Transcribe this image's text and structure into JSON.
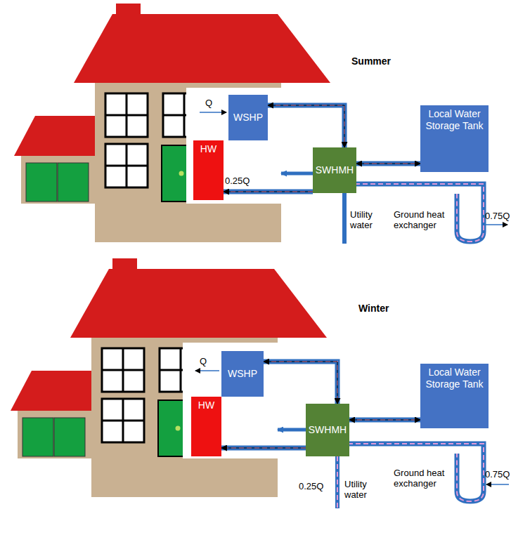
{
  "diagram": {
    "nodes": [
      {
        "text": [
          "WSHP"
        ]
      },
      {
        "text": [
          "HW"
        ]
      },
      {
        "text": [
          "SWHMH"
        ]
      },
      {
        "text": [
          "Local Water Storage Tank"
        ]
      },
      {
        "text": [
          "WSHP"
        ]
      },
      {
        "text": [
          "HW"
        ]
      },
      {
        "text": [
          "SWHMH"
        ]
      },
      {
        "text": [
          "Local Water Storage Tank"
        ]
      }
    ],
    "edges": [
      {
        "from": 0,
        "to": 2,
        "arrow": "both"
      },
      {
        "from": 2,
        "to": 1,
        "arrow": "to"
      },
      {
        "from": 2,
        "to": 3,
        "arrow": "both"
      },
      {
        "from": 4,
        "to": 6,
        "arrow": "both"
      },
      {
        "from": 6,
        "to": 5,
        "arrow": "to"
      },
      {
        "from": 6,
        "to": 7,
        "arrow": "both"
      }
    ],
    "labels": [
      "Summer",
      "Q",
      "0.25Q",
      "Utility water",
      "Ground heat exchanger",
      "0.75Q",
      "Winter",
      "Q",
      "0.25Q",
      "Utility water",
      "Ground heat exchanger",
      "0.75Q"
    ]
  }
}
